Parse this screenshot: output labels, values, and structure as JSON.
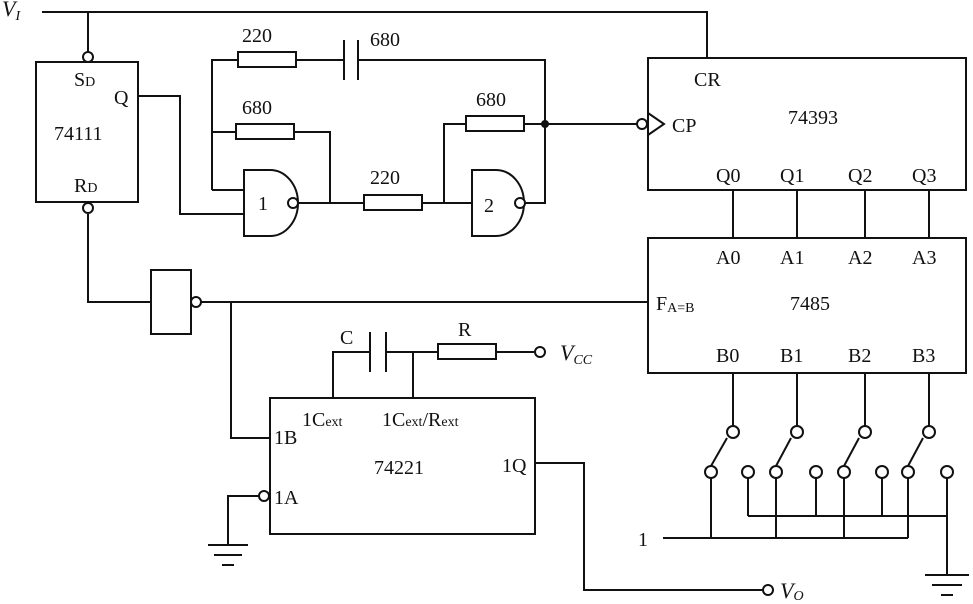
{
  "signals": {
    "vi": "V",
    "vi_sub": "I",
    "vcc": "V",
    "vcc_sub": "CC",
    "vo": "V",
    "vo_sub": "O",
    "one": "1"
  },
  "ff": {
    "name": "74111",
    "sd": "S",
    "sd_sub": "D",
    "q": "Q",
    "rd": "R",
    "rd_sub": "D"
  },
  "gates": {
    "g1": "1",
    "g2": "2"
  },
  "resistors": {
    "r_top": "220",
    "c_top": "680",
    "r_mid": "680",
    "r_in": "220",
    "r_fb": "680"
  },
  "counter": {
    "name": "74393",
    "cr": "CR",
    "cp": "CP",
    "q0": "Q0",
    "q1": "Q1",
    "q2": "Q2",
    "q3": "Q3"
  },
  "comparator": {
    "name": "7485",
    "a0": "A0",
    "a1": "A1",
    "a2": "A2",
    "a3": "A3",
    "f": "F",
    "f_sub": "A=B",
    "b0": "B0",
    "b1": "B1",
    "b2": "B2",
    "b3": "B3"
  },
  "monostable": {
    "name": "74221",
    "b": "1B",
    "a": "1A",
    "q": "1Q",
    "cext": "1C",
    "cext_sub": "ext",
    "cext2": "1C",
    "cext2_sub": "ext",
    "slash": "/R",
    "rext_sub": "ext",
    "c": "C",
    "r": "R"
  }
}
